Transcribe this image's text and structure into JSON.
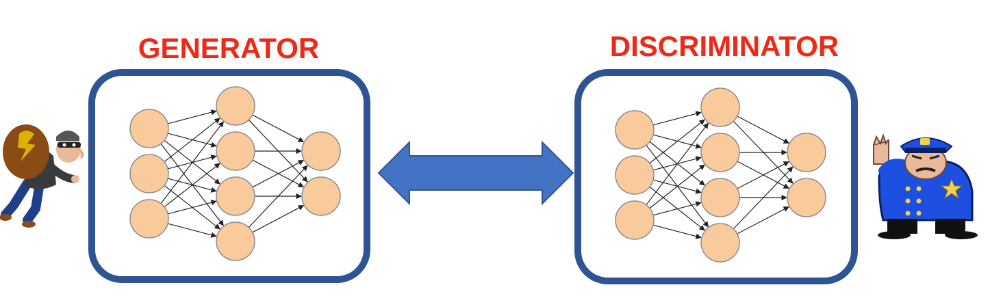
{
  "generator": {
    "title": "GENERATOR",
    "layers": [
      3,
      4,
      2
    ]
  },
  "discriminator": {
    "title": "DISCRIMINATOR",
    "layers": [
      3,
      4,
      2
    ]
  },
  "colors": {
    "title": "#ee2a17",
    "box_border": "#2e5494",
    "neuron_fill": "#f9cb9c",
    "neuron_stroke": "#8c8c8c",
    "edge": "#222222",
    "arrow": "#4472c4",
    "arrow_stroke": "#2f5597"
  },
  "icons": {
    "left": "thief-icon",
    "right": "police-officer-icon"
  }
}
